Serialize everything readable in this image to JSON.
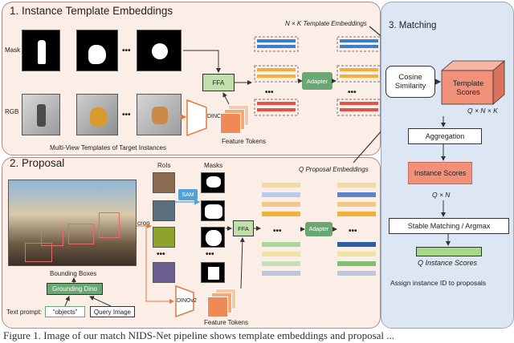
{
  "section1": {
    "title": "1. Instance Template Embeddings",
    "row_mask": "Mask",
    "row_rgb": "RGB",
    "dots": "•••",
    "templates_caption": "Multi-View Templates of Target Instances",
    "encoder": "DINOv2",
    "ffa": "FFA",
    "feature_tokens": "Feature Tokens",
    "adapter": "Adapter",
    "embeddings_label": "N × K Template Embeddings",
    "colors": {
      "top": "#3f7fc9",
      "mid": "#f0b13c",
      "bottom": "#e0544c"
    }
  },
  "section2": {
    "title": "2. Proposal",
    "bounding_boxes": "Bounding Boxes",
    "detector": "Grounding Dino",
    "text_prompt_label": "Text prompt:",
    "text_prompt_value": "“objects”",
    "query_image": "Query Image",
    "crop": "crop",
    "rois": "RoIs",
    "masks": "Masks",
    "sam": "SAM",
    "ffa": "FFA",
    "encoder": "DINOv2",
    "feature_tokens": "Feature Tokens",
    "adapter": "Adapter",
    "embeddings_label": "Q Proposal Embeddings",
    "dots": "•••"
  },
  "section3": {
    "title": "3. Matching",
    "cosine": "Cosine Similarity",
    "template_scores": "Template Scores",
    "qnk": "Q × N × K",
    "aggregation": "Aggregation",
    "instance_scores": "Instance Scores",
    "qn": "Q × N",
    "stable_matching": "Stable Matching / Argmax",
    "q_instance_scores": "Q Instance Scores",
    "assign": "Assign instance ID to proposals"
  },
  "caption": "Figure 1. Image of our match NIDS-Net pipeline shows template embeddings and proposal ...",
  "colors": {
    "panel1_bg": "#fbeee6",
    "panel2_bg": "#fbeee6",
    "panel3_bg": "#dde6f3",
    "ffa_green": "#bfe0ad",
    "adapter_green": "#6aa873",
    "salmon": "#f2917a",
    "orange": "#f49a4c",
    "sam_blue": "#4da3dc",
    "result_green": "#a7d98a"
  }
}
